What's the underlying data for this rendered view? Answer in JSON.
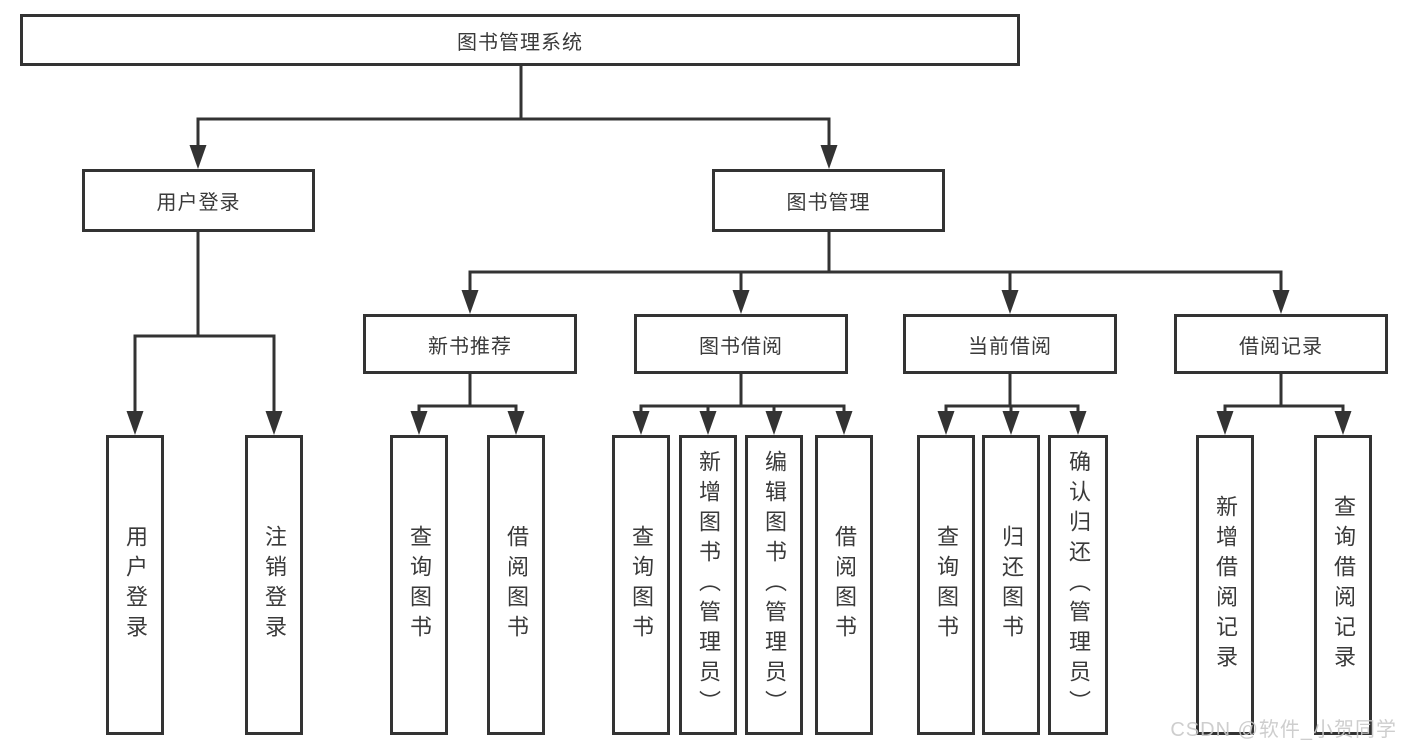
{
  "diagram": {
    "tree": {
      "label": "图书管理系统",
      "children": [
        {
          "label": "用户登录",
          "children": [
            {
              "label": "用户登录"
            },
            {
              "label": "注销登录"
            }
          ]
        },
        {
          "label": "图书管理",
          "children": [
            {
              "label": "新书推荐",
              "children": [
                {
                  "label": "查询图书"
                },
                {
                  "label": "借阅图书"
                }
              ]
            },
            {
              "label": "图书借阅",
              "children": [
                {
                  "label": "查询图书"
                },
                {
                  "label": "新增图书（管理员）"
                },
                {
                  "label": "编辑图书（管理员）"
                },
                {
                  "label": "借阅图书"
                }
              ]
            },
            {
              "label": "当前借阅",
              "children": [
                {
                  "label": "查询图书"
                },
                {
                  "label": "归还图书"
                },
                {
                  "label": "确认归还（管理员）"
                }
              ]
            },
            {
              "label": "借阅记录",
              "children": [
                {
                  "label": "新增借阅记录"
                },
                {
                  "label": "查询借阅记录"
                }
              ]
            }
          ]
        }
      ]
    },
    "colors": {
      "line": "#333333",
      "text": "#3a3a3a",
      "background": "#ffffff",
      "watermark": "#c9c9c9"
    }
  },
  "watermark": {
    "text": "CSDN @软件_小贺同学"
  }
}
